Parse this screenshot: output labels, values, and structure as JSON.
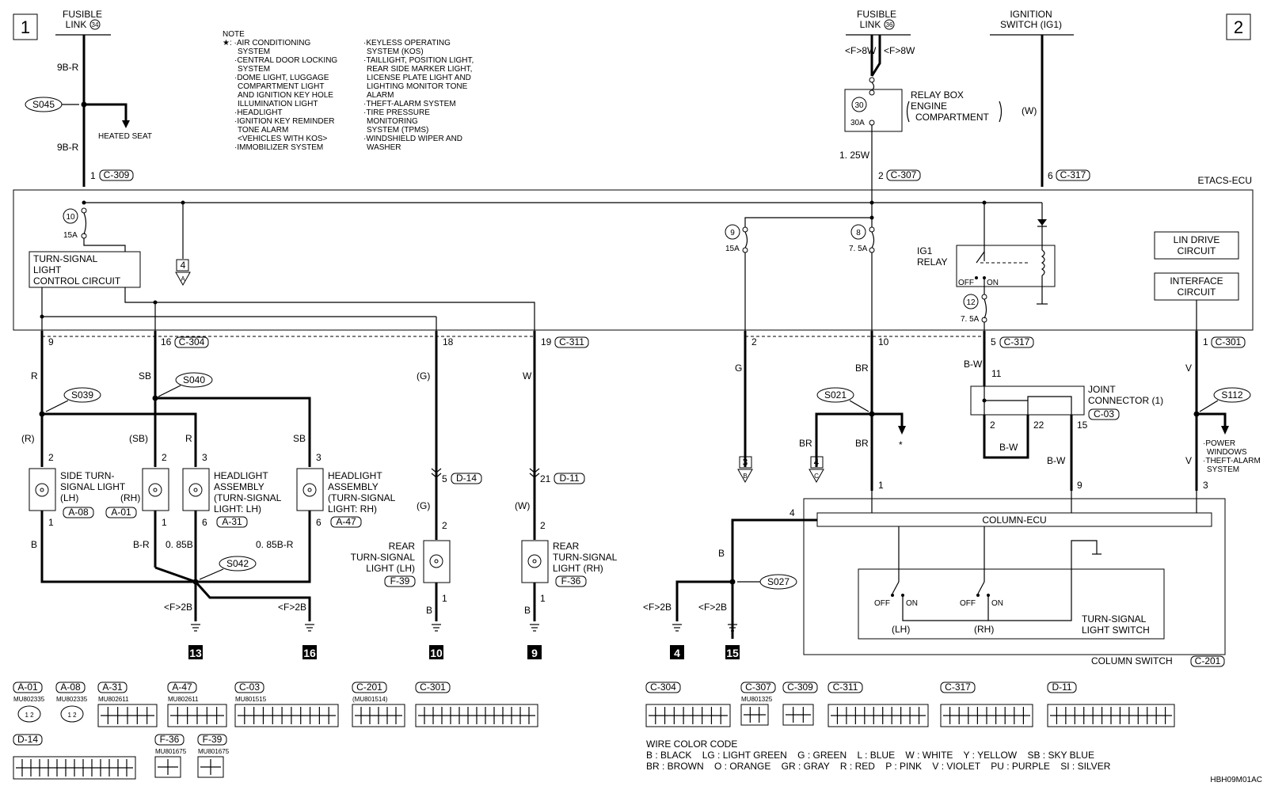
{
  "sheet_markers": [
    "1",
    "2"
  ],
  "top_sources": {
    "fusible_link_34": [
      "FUSIBLE",
      "LINK",
      "34"
    ],
    "fusible_link_36": [
      "FUSIBLE",
      "LINK",
      "36"
    ],
    "ignition_switch": [
      "IGNITION",
      "SWITCH (IG1)"
    ]
  },
  "note": {
    "title": "NOTE",
    "star": "★",
    "col1": [
      ": ·AIR CONDITIONING",
      "SYSTEM",
      "·CENTRAL DOOR LOCKING",
      "SYSTEM",
      "·DOME LIGHT, LUGGAGE",
      "COMPARTMENT LIGHT",
      "AND IGNITION KEY HOLE",
      "ILLUMINATION LIGHT",
      "·HEADLIGHT",
      "·IGNITION KEY REMINDER",
      "TONE ALARM",
      "<VEHICLES WITH KOS>",
      "·IMMOBILIZER SYSTEM"
    ],
    "col2": [
      "·KEYLESS OPERATING",
      "SYSTEM (KOS)",
      "·TAILLIGHT, POSITION LIGHT,",
      "REAR SIDE MARKER LIGHT,",
      "LICENSE PLATE LIGHT AND",
      "LIGHTING MONITOR TONE",
      "ALARM",
      "·THEFT-ALARM SYSTEM",
      "·TIRE PRESSURE",
      "MONITORING",
      "SYSTEM (TPMS)",
      "·WINDSHIELD WIPER AND",
      "WASHER"
    ]
  },
  "wire_labels": {
    "w9br_1": "9B-R",
    "w9br_2": "9B-R",
    "f8w_1": "<F>8W",
    "f8w_2": "<F>8W",
    "w125w": "1. 25W",
    "ww": "(W)",
    "r": "R",
    "sb": "SB",
    "g_paren": "(G)",
    "w": "W",
    "g": "G",
    "br": "BR",
    "bw": "B-W",
    "v": "V",
    "r_paren": "(R)",
    "sb_paren": "(SB)",
    "r2": "R",
    "sb2": "SB",
    "br2": "BR",
    "br3": "BR",
    "bw2": "B-W",
    "bw3": "B-W",
    "v2": "V",
    "b1": "B",
    "br_b": "B-R",
    "b085": "0. 85B",
    "b085r": "0. 85B-R",
    "g2": "(G)",
    "w2": "(W)",
    "b2": "B",
    "b3": "B",
    "b4": "B",
    "f2b_1": "<F>2B",
    "f2b_2": "<F>2B",
    "f2b_3": "<F>2B",
    "f2b_4": "<F>2B"
  },
  "splices": {
    "s045": "S045",
    "s039": "S039",
    "s040": "S040",
    "s042": "S042",
    "s021": "S021",
    "s112": "S112",
    "s027": "S027"
  },
  "connectors": {
    "c309_pin": "1",
    "c309": "C-309",
    "c307_pin": "2",
    "c307": "C-307",
    "c317_pin": "6",
    "c317": "C-317",
    "c304_pin9": "9",
    "c304_pin16": "16",
    "c304": "C-304",
    "c311_pin18": "18",
    "c311_pin19": "19",
    "c311": "C-311",
    "c317b_pin2": "2",
    "c317b_pin10": "10",
    "c317b_pin5": "5",
    "c317b": "C-317",
    "c301_pin": "1",
    "c301": "C-301",
    "d14_pin": "5",
    "d14": "D-14",
    "d11_pin": "21",
    "d11": "D-11"
  },
  "ecu": {
    "title": "ETACS-ECU",
    "fuse10": "10",
    "fuse10_amp": "15A",
    "fuse9": "9",
    "fuse9_amp": "15A",
    "fuse8": "8",
    "fuse8_amp": "7. 5A",
    "fuse12": "12",
    "fuse12_amp": "7. 5A",
    "tsl_circuit": [
      "TURN-SIGNAL",
      "LIGHT",
      "CONTROL CIRCUIT"
    ],
    "ref4a_num": "4",
    "ref4a_letter": "A",
    "ig1_relay": [
      "IG1",
      "RELAY"
    ],
    "off": "OFF",
    "on": "ON",
    "lin": [
      "LIN DRIVE",
      "CIRCUIT"
    ],
    "interface": [
      "INTERFACE",
      "CIRCUIT"
    ]
  },
  "relay_box": {
    "fuse_num": "30",
    "amp": "30A",
    "label": [
      "RELAY BOX",
      "ENGINE",
      "COMPARTMENT"
    ]
  },
  "loads": {
    "heated_seat": "HEATED SEAT",
    "side_lh": [
      "SIDE TURN-",
      "SIGNAL LIGHT",
      "(LH)"
    ],
    "side_rh": "(RH)",
    "a08": "A-08",
    "a01": "A-01",
    "head_lh": [
      "HEADLIGHT",
      "ASSEMBLY",
      "(TURN-SIGNAL",
      "LIGHT: LH)"
    ],
    "a31": "A-31",
    "head_rh": [
      "HEADLIGHT",
      "ASSEMBLY",
      "(TURN-SIGNAL",
      "LIGHT: RH)"
    ],
    "a47": "A-47",
    "rear_lh": [
      "REAR",
      "TURN-SIGNAL",
      "LIGHT (LH)"
    ],
    "f39": "F-39",
    "rear_rh": [
      "REAR",
      "TURN-SIGNAL",
      "LIGHT (RH)"
    ],
    "f36": "F-36",
    "pin2a": "2",
    "pin2b": "2",
    "pin3a": "3",
    "pin3b": "3",
    "pin1a": "1",
    "pin1b": "1",
    "pin6a": "6",
    "pin6b": "6",
    "pin2c": "2",
    "pin1c": "1",
    "pin2d": "2",
    "pin1d": "1"
  },
  "joint": {
    "label": [
      "JOINT",
      "CONNECTOR (1)"
    ],
    "code": "C-03",
    "pin11": "11",
    "pin2": "2",
    "pin22": "22",
    "pin15": "15"
  },
  "column": {
    "ecu": "COLUMN-ECU",
    "switch": "COLUMN SWITCH",
    "code": "C-201",
    "tsl_switch": [
      "TURN-SIGNAL",
      "LIGHT SWITCH"
    ],
    "lh": "(LH)",
    "rh": "(RH)",
    "off": "OFF",
    "on": "ON",
    "pin1": "1",
    "pin9": "9",
    "pin3": "3",
    "pin4": "4"
  },
  "misc": {
    "power_windows": [
      "·POWER",
      "WINDOWS",
      "·THEFT-ALARM",
      "SYSTEM"
    ],
    "star": "*",
    "ref3": "3",
    "ref3_letter": "B",
    "ref4": "4",
    "ref4_letter": "C"
  },
  "grounds": [
    "13",
    "16",
    "10",
    "9",
    "4",
    "15"
  ],
  "connector_views": {
    "row1": [
      {
        "code": "A-01",
        "part": "MU802335"
      },
      {
        "code": "A-08",
        "part": "MU802335"
      },
      {
        "code": "A-31",
        "part": "MU802611"
      },
      {
        "code": "A-47",
        "part": "MU802611"
      },
      {
        "code": "C-03",
        "part": "MU801515"
      },
      {
        "code": "C-201",
        "part": "(MU801514)"
      },
      {
        "code": "C-301",
        "part": ""
      },
      {
        "code": "C-304",
        "part": ""
      },
      {
        "code": "C-307",
        "part": "MU801325"
      },
      {
        "code": "C-309",
        "part": ""
      },
      {
        "code": "C-311",
        "part": ""
      },
      {
        "code": "C-317",
        "part": ""
      },
      {
        "code": "D-11",
        "part": ""
      }
    ],
    "row2": [
      {
        "code": "D-14",
        "part": ""
      },
      {
        "code": "F-36",
        "part": "MU801675"
      },
      {
        "code": "F-39",
        "part": "MU801675"
      }
    ]
  },
  "wire_color_code": {
    "title": "WIRE COLOR CODE",
    "line1": "B : BLACK    LG : LIGHT GREEN    G : GREEN    L : BLUE    W : WHITE    Y : YELLOW    SB : SKY BLUE",
    "line2": "BR : BROWN    O : ORANGE    GR : GRAY    R : RED    P : PINK    V : VIOLET    PU : PURPLE    SI : SILVER"
  },
  "drawing_code": "HBH09M01AC"
}
